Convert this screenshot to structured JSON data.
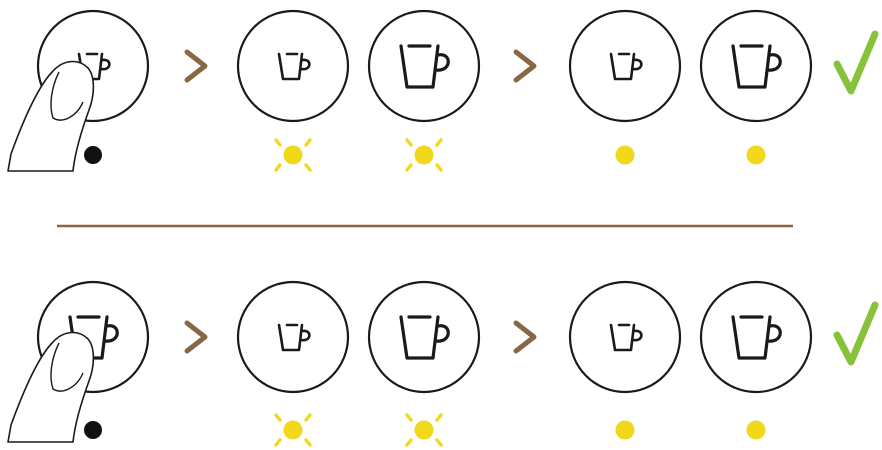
{
  "colors": {
    "outline": "#1a1a1a",
    "arrow": "#8a6744",
    "divider": "#8a6744",
    "led": "#f1d81b",
    "led_off": "#111111",
    "check": "#86c23a"
  },
  "sequences": [
    {
      "press_button": "espresso",
      "steps": [
        {
          "button": "espresso",
          "cup": "espresso-cup-icon",
          "pressed": true,
          "indicator": "black-dot"
        },
        {
          "type": "arrow"
        },
        {
          "button": "espresso",
          "cup": "espresso-cup-icon",
          "pressed": false,
          "indicator": "yellow-blinking"
        },
        {
          "button": "lungo",
          "cup": "lungo-cup-icon",
          "pressed": false,
          "indicator": "yellow-blinking"
        },
        {
          "type": "arrow"
        },
        {
          "button": "espresso",
          "cup": "espresso-cup-icon",
          "pressed": false,
          "indicator": "yellow-steady"
        },
        {
          "button": "lungo",
          "cup": "lungo-cup-icon",
          "pressed": false,
          "indicator": "yellow-steady"
        },
        {
          "type": "check"
        }
      ]
    },
    {
      "press_button": "lungo",
      "steps": [
        {
          "button": "lungo",
          "cup": "lungo-cup-icon",
          "pressed": true,
          "indicator": "black-dot"
        },
        {
          "type": "arrow"
        },
        {
          "button": "espresso",
          "cup": "espresso-cup-icon",
          "pressed": false,
          "indicator": "yellow-blinking"
        },
        {
          "button": "lungo",
          "cup": "lungo-cup-icon",
          "pressed": false,
          "indicator": "yellow-blinking"
        },
        {
          "type": "arrow"
        },
        {
          "button": "espresso",
          "cup": "espresso-cup-icon",
          "pressed": false,
          "indicator": "yellow-steady"
        },
        {
          "button": "lungo",
          "cup": "lungo-cup-icon",
          "pressed": false,
          "indicator": "yellow-steady"
        },
        {
          "type": "check"
        }
      ]
    }
  ]
}
